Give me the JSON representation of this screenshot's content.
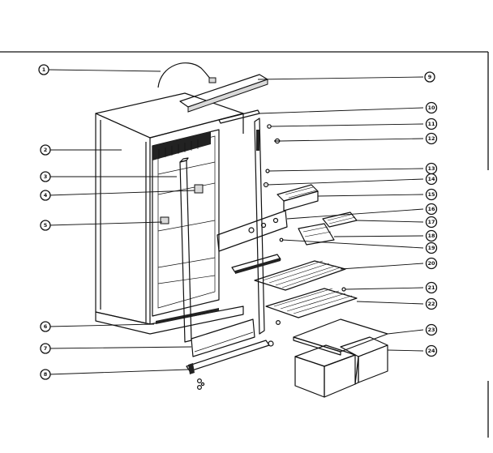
{
  "diagram": {
    "callouts_left": [
      "1",
      "2",
      "3",
      "4",
      "5",
      "6",
      "7",
      "8"
    ],
    "callouts_right": [
      "9",
      "10",
      "11",
      "12",
      "13",
      "14",
      "15",
      "16",
      "17",
      "18",
      "19",
      "20",
      "21",
      "22",
      "23",
      "24"
    ]
  }
}
